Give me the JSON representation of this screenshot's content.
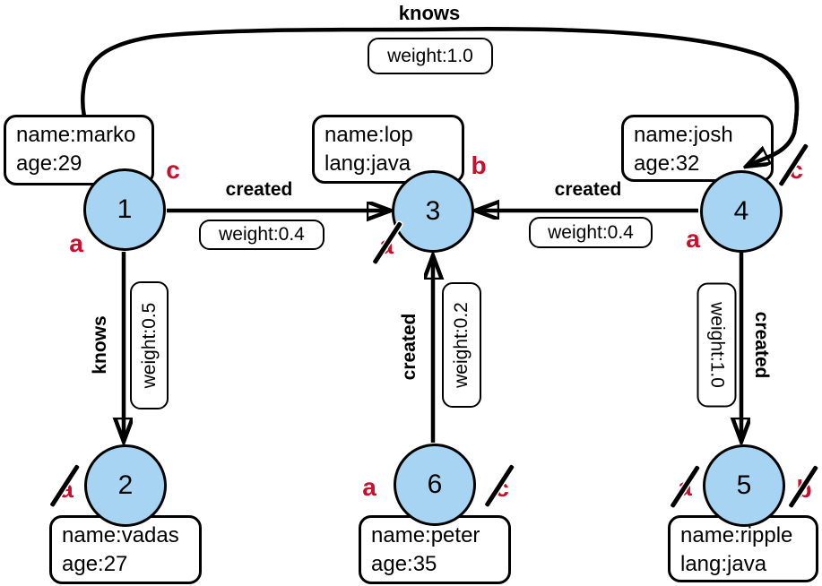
{
  "diagram": {
    "nodes": [
      {
        "id": "1",
        "line1": "name:marko",
        "line2": "age:29"
      },
      {
        "id": "2",
        "line1": "name:vadas",
        "line2": "age:27"
      },
      {
        "id": "3",
        "line1": "name:lop",
        "line2": "lang:java"
      },
      {
        "id": "4",
        "line1": "name:josh",
        "line2": "age:32"
      },
      {
        "id": "5",
        "line1": "name:ripple",
        "line2": "lang:java"
      },
      {
        "id": "6",
        "line1": "name:peter",
        "line2": "age:35"
      }
    ],
    "edges": [
      {
        "from": "1",
        "to": "4",
        "label": "knows",
        "weight": "weight:1.0"
      },
      {
        "from": "1",
        "to": "3",
        "label": "created",
        "weight": "weight:0.4"
      },
      {
        "from": "4",
        "to": "3",
        "label": "created",
        "weight": "weight:0.4"
      },
      {
        "from": "1",
        "to": "2",
        "label": "knows",
        "weight": "weight:0.5"
      },
      {
        "from": "6",
        "to": "3",
        "label": "created",
        "weight": "weight:0.2"
      },
      {
        "from": "4",
        "to": "5",
        "label": "created",
        "weight": "weight:1.0"
      }
    ],
    "step_labels": [
      {
        "node": "1",
        "letter": "c",
        "struck": false
      },
      {
        "node": "1",
        "letter": "a",
        "struck": false
      },
      {
        "node": "3",
        "letter": "b",
        "struck": false
      },
      {
        "node": "3",
        "letter": "a",
        "struck": true
      },
      {
        "node": "4",
        "letter": "c",
        "struck": true
      },
      {
        "node": "4",
        "letter": "a",
        "struck": false
      },
      {
        "node": "2",
        "letter": "a",
        "struck": true
      },
      {
        "node": "6",
        "letter": "a",
        "struck": false
      },
      {
        "node": "6",
        "letter": "c",
        "struck": true
      },
      {
        "node": "5",
        "letter": "a",
        "struck": true
      },
      {
        "node": "5",
        "letter": "b",
        "struck": true
      }
    ],
    "colors": {
      "node_fill": "#A6D4F2",
      "edge": "#000000",
      "step_letter": "#C8102E",
      "background": "#FFFFFF"
    }
  }
}
